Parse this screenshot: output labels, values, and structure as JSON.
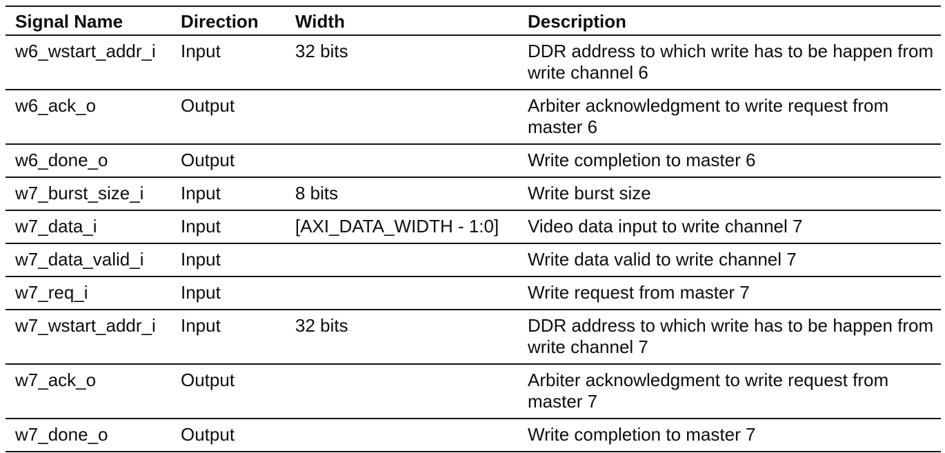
{
  "table": {
    "columns": {
      "signal": "Signal Name",
      "direction": "Direction",
      "width": "Width",
      "description": "Description"
    },
    "rows": [
      {
        "signal": "w6_wstart_addr_i",
        "direction": "Input",
        "width": "32 bits",
        "description": "DDR address to which write has to be happen from write channel 6"
      },
      {
        "signal": "w6_ack_o",
        "direction": "Output",
        "width": "",
        "description": "Arbiter acknowledgment to write request from master 6"
      },
      {
        "signal": "w6_done_o",
        "direction": "Output",
        "width": "",
        "description": "Write completion to master 6"
      },
      {
        "signal": "w7_burst_size_i",
        "direction": "Input",
        "width": "8 bits",
        "description": "Write burst size"
      },
      {
        "signal": "w7_data_i",
        "direction": "Input",
        "width": "[AXI_DATA_WIDTH - 1:0]",
        "description": "Video data input to write channel 7"
      },
      {
        "signal": "w7_data_valid_i",
        "direction": "Input",
        "width": "",
        "description": "Write data valid to write channel 7"
      },
      {
        "signal": "w7_req_i",
        "direction": "Input",
        "width": "",
        "description": "Write request from master 7"
      },
      {
        "signal": "w7_wstart_addr_i",
        "direction": "Input",
        "width": "32 bits",
        "description": "DDR address to which write has to be happen from write channel 7"
      },
      {
        "signal": "w7_ack_o",
        "direction": "Output",
        "width": "",
        "description": "Arbiter acknowledgment to write request from master 7"
      },
      {
        "signal": "w7_done_o",
        "direction": "Output",
        "width": "",
        "description": "Write completion to master 7"
      }
    ],
    "colors": {
      "text": "#0d0d0d",
      "border": "#121212",
      "background": "#ffffff"
    }
  }
}
